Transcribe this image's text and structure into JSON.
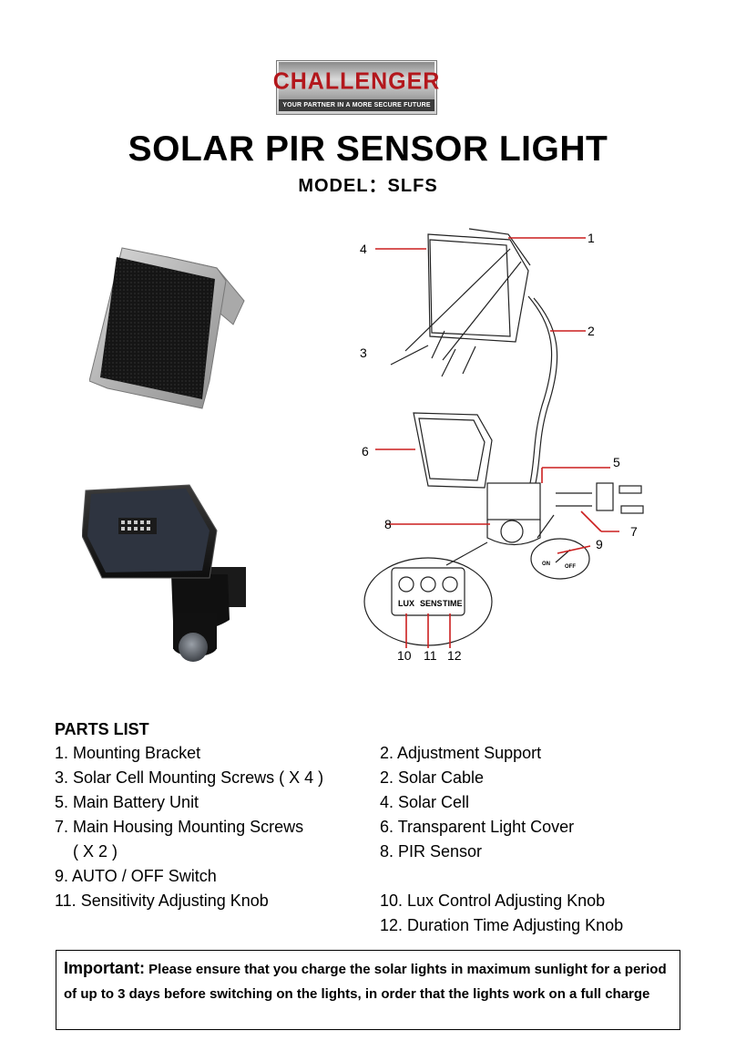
{
  "logo": {
    "brand": "CHALLENGER",
    "tagline": "YOUR PARTNER IN A MORE SECURE FUTURE"
  },
  "title": "SOLAR PIR SENSOR LIGHT",
  "model": "MODEL：SLFS",
  "diagram_callouts": [
    "1",
    "2",
    "3",
    "4",
    "5",
    "6",
    "7",
    "8",
    "9",
    "10",
    "11",
    "12"
  ],
  "knob_labels": [
    "LUX",
    "SENS",
    "TIME"
  ],
  "switch_labels": [
    "ON",
    "OFF"
  ],
  "parts": {
    "heading": "PARTS LIST",
    "left": [
      "1. Mounting Bracket",
      "3. Solar Cell Mounting Screws ( X 4 )",
      "5. Main Battery Unit",
      "7. Main Housing Mounting Screws",
      "( X 2 )",
      "9. AUTO / OFF Switch",
      "11. Sensitivity Adjusting Knob"
    ],
    "right": [
      "2. Adjustment Support",
      "2. Solar Cable",
      "4. Solar Cell",
      "6. Transparent Light Cover",
      "8. PIR Sensor",
      "10. Lux Control Adjusting Knob",
      "12. Duration Time Adjusting Knob"
    ]
  },
  "notice": {
    "label": "Important:",
    "text": "Please ensure that you charge the solar lights in maximum sunlight for a period of up to 3 days before switching on the lights, in order that the lights work on a full charge"
  },
  "colors": {
    "brand_red": "#b3171c",
    "callout_red": "#cc1f1f"
  }
}
